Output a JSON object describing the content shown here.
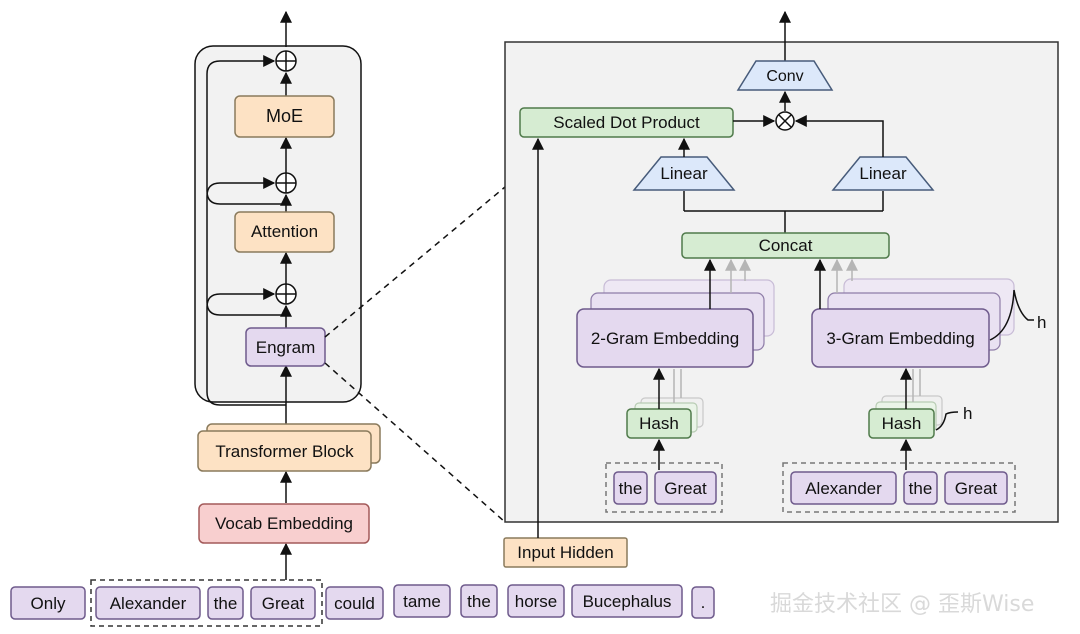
{
  "colors": {
    "purple_fill": "#e4d9ef",
    "purple_stroke": "#6e5a8c",
    "orange_fill": "#fde2c4",
    "orange_stroke": "#8a7a5c",
    "red_fill": "#f8cfcf",
    "red_stroke": "#a35a5a",
    "green_fill": "#d6ecd2",
    "green_stroke": "#4f7a4a",
    "blue_fill": "#dce8fa",
    "blue_stroke": "#475b7a",
    "panel_fill": "#f2f2f2",
    "line": "#111111"
  },
  "left_stack": {
    "moe": "MoE",
    "attention": "Attention",
    "engram": "Engram",
    "transformer_block": "Transformer Block",
    "vocab_embedding": "Vocab Embedding"
  },
  "tokens": [
    "Only",
    "Alexander",
    "the",
    "Great",
    "could",
    "tame",
    "the",
    "horse",
    "Bucephalus",
    "."
  ],
  "detail": {
    "conv": "Conv",
    "scaled_dot_product": "Scaled Dot Product",
    "linear_left": "Linear",
    "linear_right": "Linear",
    "concat": "Concat",
    "gram2": "2-Gram Embedding",
    "gram3": "3-Gram Embedding",
    "hash_left": "Hash",
    "hash_right": "Hash",
    "h_top": "h",
    "h_bottom": "h",
    "input_hidden": "Input Hidden",
    "bigram_tokens": [
      "the",
      "Great"
    ],
    "trigram_tokens": [
      "Alexander",
      "the",
      "Great"
    ]
  },
  "watermark": "掘金技术社区 @ 歪斯Wise"
}
